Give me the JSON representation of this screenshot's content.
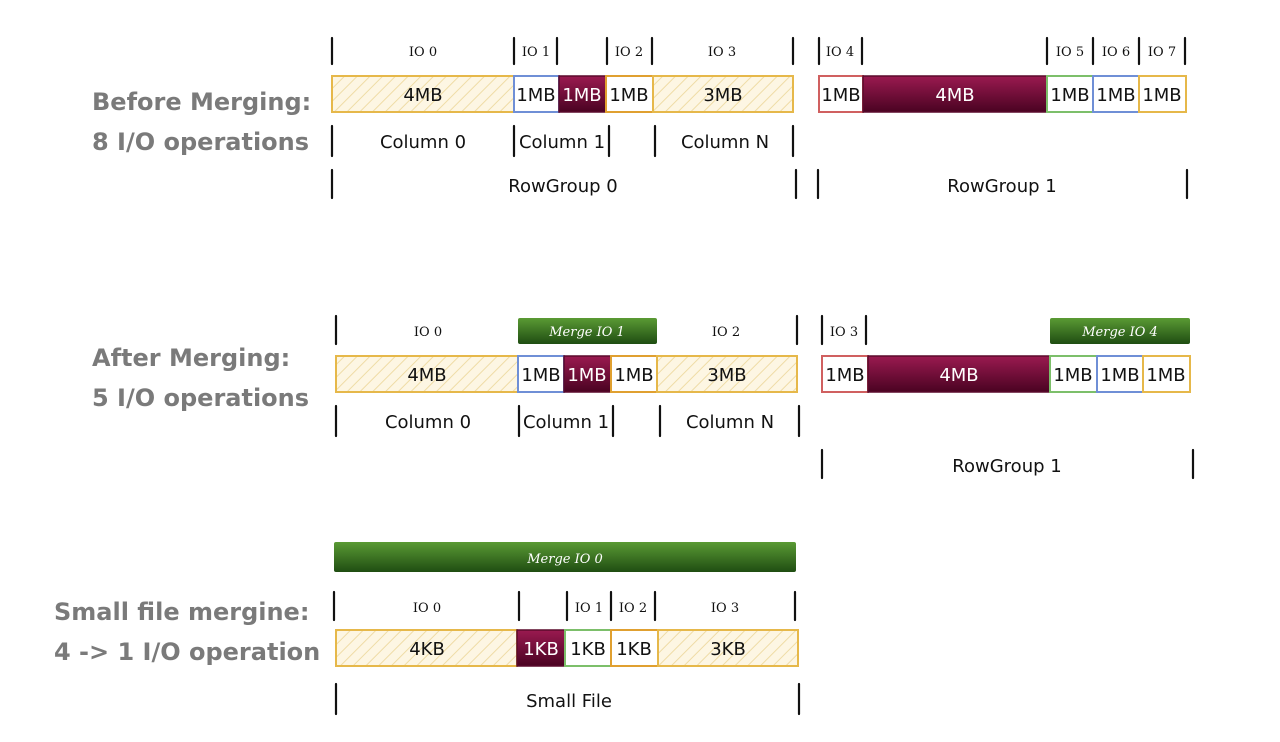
{
  "colors": {
    "yellow": "#e6b84a",
    "yellow_fill": "#fdf6e3",
    "blue": "#6f8fd6",
    "maroon": "#7a0d3c",
    "orange": "#e0a030",
    "red": "#d06060",
    "green": "#7cbf6a",
    "merge_green": "#3f7a24"
  },
  "sections": [
    {
      "id": "before",
      "label_lines": [
        "Before Merging:",
        "8 I/O operations"
      ],
      "io_labels": [
        "IO 0",
        "IO 1",
        "IO 2",
        "IO 3",
        "IO 4",
        "IO 5",
        "IO 6",
        "IO 7"
      ],
      "segments": [
        "4MB",
        "1MB",
        "1MB",
        "1MB",
        "3MB",
        "1MB",
        "4MB",
        "1MB",
        "1MB",
        "1MB"
      ],
      "column_labels": [
        "Column 0",
        "Column 1",
        "Column N"
      ],
      "rowgroup_labels": [
        "RowGroup 0",
        "RowGroup 1"
      ]
    },
    {
      "id": "after",
      "label_lines": [
        "After Merging:",
        "5 I/O operations"
      ],
      "io_labels": [
        "IO 0",
        "IO 2",
        "IO 3"
      ],
      "merge_labels": [
        "Merge IO 1",
        "Merge IO 4"
      ],
      "segments": [
        "4MB",
        "1MB",
        "1MB",
        "1MB",
        "3MB",
        "1MB",
        "4MB",
        "1MB",
        "1MB",
        "1MB"
      ],
      "column_labels": [
        "Column 0",
        "Column 1",
        "Column N"
      ],
      "rowgroup_labels": [
        "RowGroup 1"
      ]
    },
    {
      "id": "small",
      "label_lines": [
        "Small file mergine:",
        "4 -> 1 I/O operation"
      ],
      "merge_labels": [
        "Merge IO 0"
      ],
      "io_labels": [
        "IO 0",
        "IO 1",
        "IO 2",
        "IO 3"
      ],
      "segments": [
        "4KB",
        "1KB",
        "1KB",
        "1KB",
        "3KB"
      ],
      "file_label": "Small File"
    }
  ]
}
